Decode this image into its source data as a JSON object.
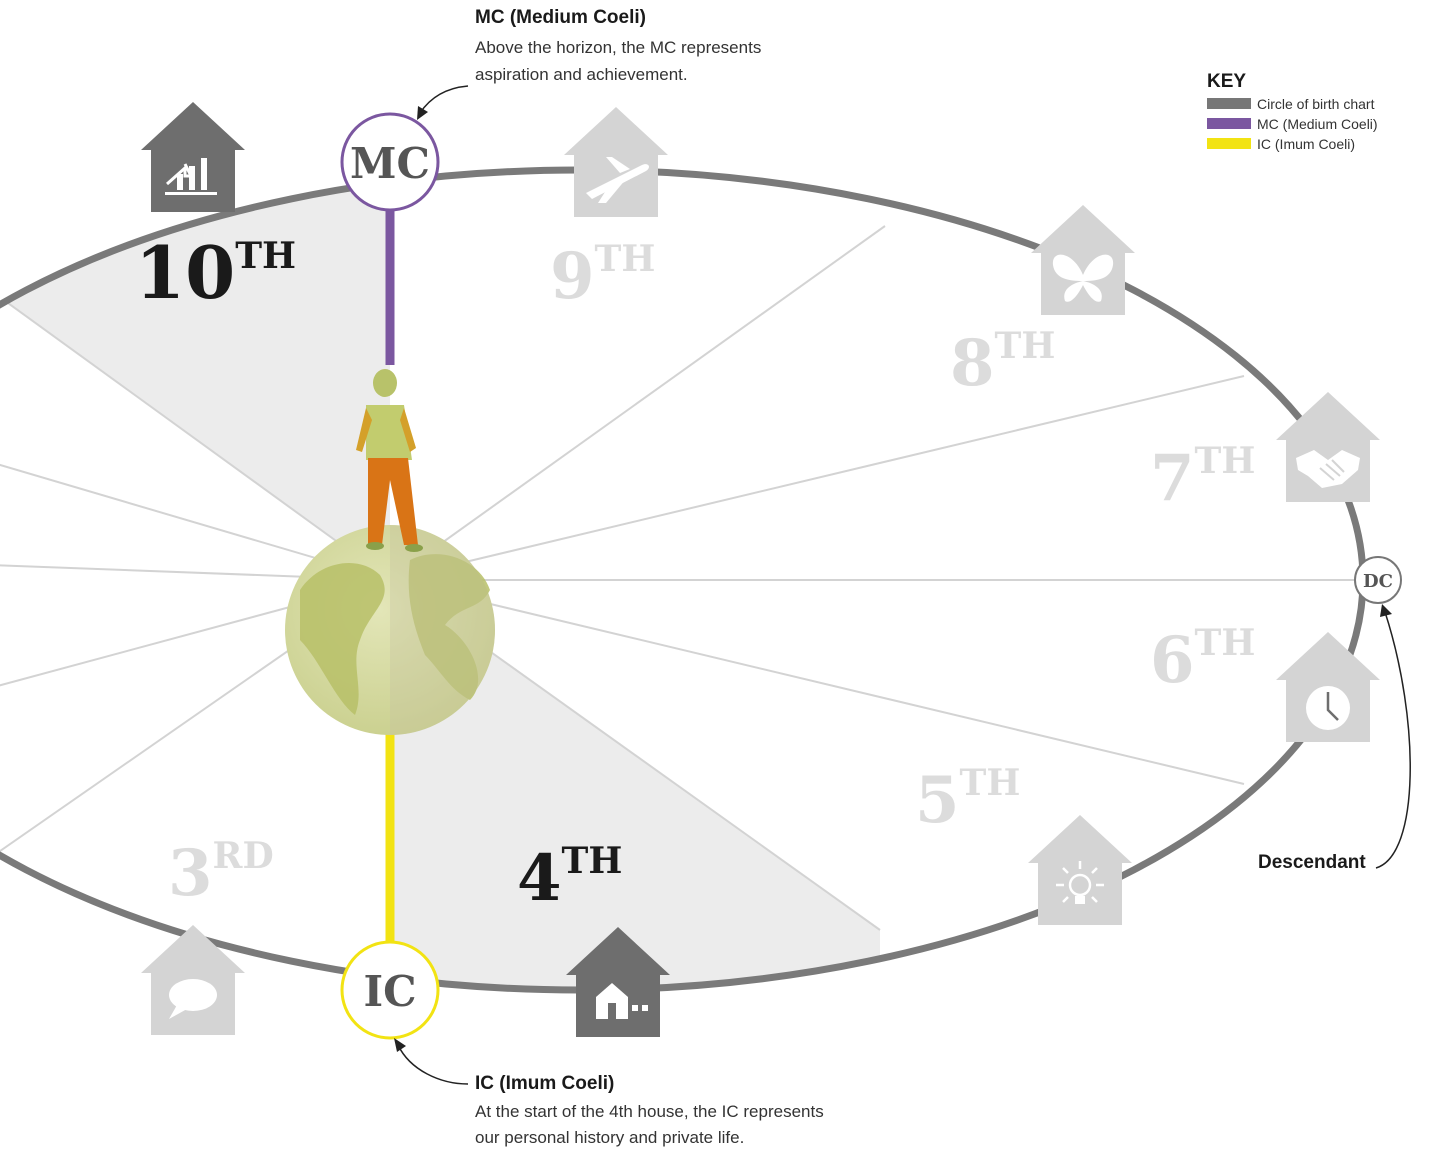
{
  "key": {
    "title": "KEY",
    "items": [
      {
        "label": "Circle of birth chart",
        "color": "#777777"
      },
      {
        "label": "MC (Medium Coeli)",
        "color": "#7b57a0"
      },
      {
        "label": "IC (Imum Coeli)",
        "color": "#f2e313"
      }
    ]
  },
  "mc_note": {
    "title": "MC (Medium Coeli)",
    "lines": [
      "Above the horizon, the MC represents",
      "aspiration and achievement."
    ]
  },
  "ic_note": {
    "title": "IC (Imum Coeli)",
    "lines": [
      "At the start of the 4th house, the IC represents",
      "our personal history and private life."
    ]
  },
  "descendant_label": "Descendant",
  "markers": {
    "mc": "MC",
    "ic": "IC",
    "dc": "DC"
  },
  "houses": [
    {
      "num": "10",
      "suffix": "TH",
      "emphasis": true,
      "icon": "growth-chart-icon"
    },
    {
      "num": "9",
      "suffix": "TH",
      "emphasis": false,
      "icon": "airplane-icon"
    },
    {
      "num": "8",
      "suffix": "TH",
      "emphasis": false,
      "icon": "butterfly-icon"
    },
    {
      "num": "7",
      "suffix": "TH",
      "emphasis": false,
      "icon": "handshake-icon"
    },
    {
      "num": "6",
      "suffix": "TH",
      "emphasis": false,
      "icon": "clock-icon"
    },
    {
      "num": "5",
      "suffix": "TH",
      "emphasis": false,
      "icon": "lightbulb-icon"
    },
    {
      "num": "4",
      "suffix": "TH",
      "emphasis": true,
      "icon": "home-icon"
    },
    {
      "num": "3",
      "suffix": "RD",
      "emphasis": false,
      "icon": "speech-bubble-icon"
    }
  ],
  "colors": {
    "ring": "#777777",
    "mc_line": "#7b57a0",
    "ic_line": "#f2e313",
    "house_dim": "#d4d4d4",
    "house_dark": "#6e6e6e",
    "text_dim": "#dcdcdc",
    "text_dark": "#1a1a1a",
    "sector_fill": "#ececec",
    "spoke": "#d0d0d0"
  }
}
